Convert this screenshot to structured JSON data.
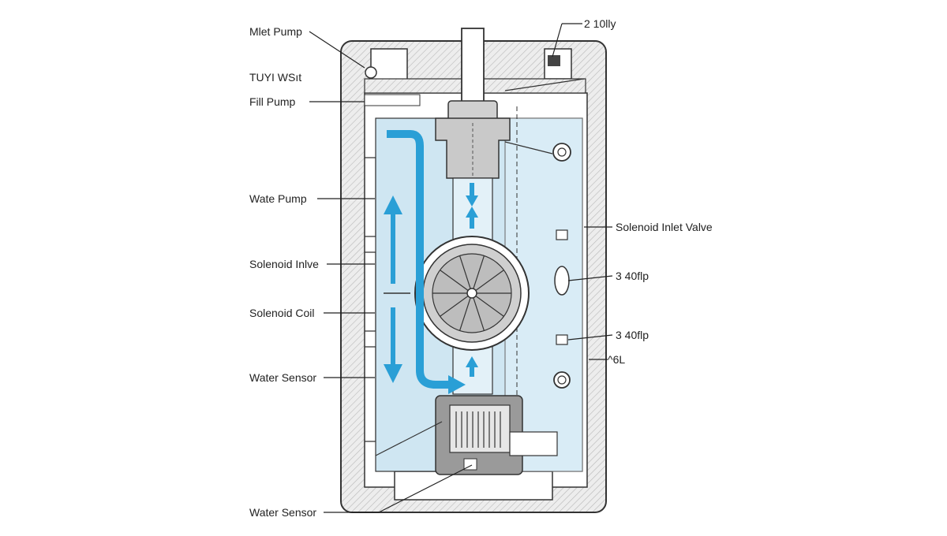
{
  "labels": {
    "met_pump": "Mlet Pump",
    "tuyi_wsit": "TUYI WSıt",
    "fill_pump": "Fill Pump",
    "wate_pump": "Wate Pump",
    "solenoid_inlve": "Solenoid Inlve",
    "solenoid_coil": "Solenoid Coil",
    "water_sensor_mid": "Water Sensor",
    "water_sensor_bottom": "Water Sensor",
    "top_right": "2 10lly",
    "solenoid_inlet_valve": "Solenoid Inlet Valve",
    "value_upper": "3 40flp",
    "value_lower": "3 40flp",
    "code_right": "^6L"
  },
  "colors": {
    "housing_hatch": "#d9d9d9",
    "outline": "#333333",
    "water": "#cfe6f2",
    "flow_arrow": "#2a9fd6",
    "pump_gray": "#9a9a9a"
  }
}
